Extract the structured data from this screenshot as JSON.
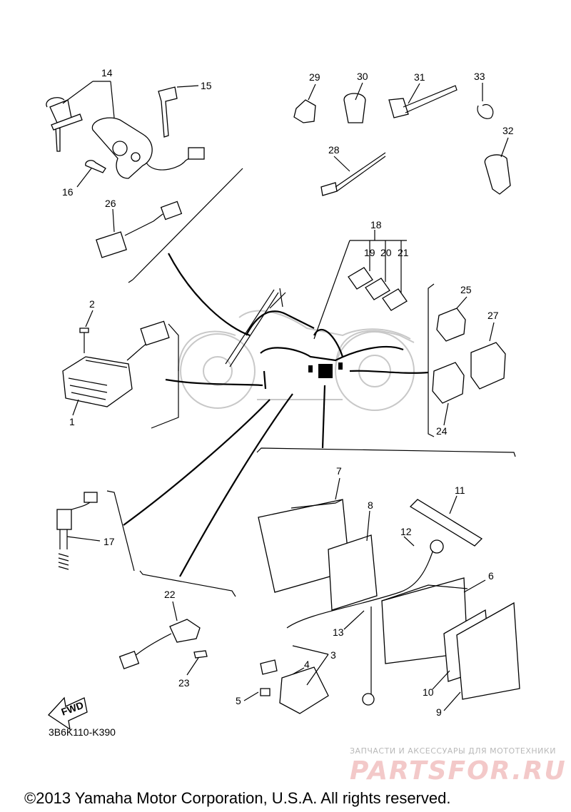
{
  "diagram": {
    "ref_code": "3B6K110-K390",
    "fwd_label": "FWD",
    "copyright": "©2013 Yamaha Motor Corporation, U.S.A. All rights reserved.",
    "watermark": {
      "tagline": "ЗАПЧАСТИ И АКСЕССУАРЫ ДЛЯ МОТОТЕХНИКИ",
      "logo": "PARTSFOR.RU"
    },
    "callouts": [
      {
        "id": "callout-1",
        "label": "1"
      },
      {
        "id": "callout-2",
        "label": "2"
      },
      {
        "id": "callout-3",
        "label": "3"
      },
      {
        "id": "callout-4",
        "label": "4"
      },
      {
        "id": "callout-5",
        "label": "5"
      },
      {
        "id": "callout-6",
        "label": "6"
      },
      {
        "id": "callout-7",
        "label": "7"
      },
      {
        "id": "callout-8",
        "label": "8"
      },
      {
        "id": "callout-9",
        "label": "9"
      },
      {
        "id": "callout-10",
        "label": "10"
      },
      {
        "id": "callout-11",
        "label": "11"
      },
      {
        "id": "callout-12",
        "label": "12"
      },
      {
        "id": "callout-13",
        "label": "13"
      },
      {
        "id": "callout-14",
        "label": "14"
      },
      {
        "id": "callout-15",
        "label": "15"
      },
      {
        "id": "callout-16",
        "label": "16"
      },
      {
        "id": "callout-17",
        "label": "17"
      },
      {
        "id": "callout-18",
        "label": "18"
      },
      {
        "id": "callout-19",
        "label": "19"
      },
      {
        "id": "callout-20",
        "label": "20"
      },
      {
        "id": "callout-21",
        "label": "21"
      },
      {
        "id": "callout-22",
        "label": "22"
      },
      {
        "id": "callout-23",
        "label": "23"
      },
      {
        "id": "callout-24",
        "label": "24"
      },
      {
        "id": "callout-25",
        "label": "25"
      },
      {
        "id": "callout-26",
        "label": "26"
      },
      {
        "id": "callout-27",
        "label": "27"
      },
      {
        "id": "callout-28",
        "label": "28"
      },
      {
        "id": "callout-29",
        "label": "29"
      },
      {
        "id": "callout-30",
        "label": "30"
      },
      {
        "id": "callout-31",
        "label": "31"
      },
      {
        "id": "callout-32",
        "label": "32"
      },
      {
        "id": "callout-33",
        "label": "33"
      }
    ]
  }
}
